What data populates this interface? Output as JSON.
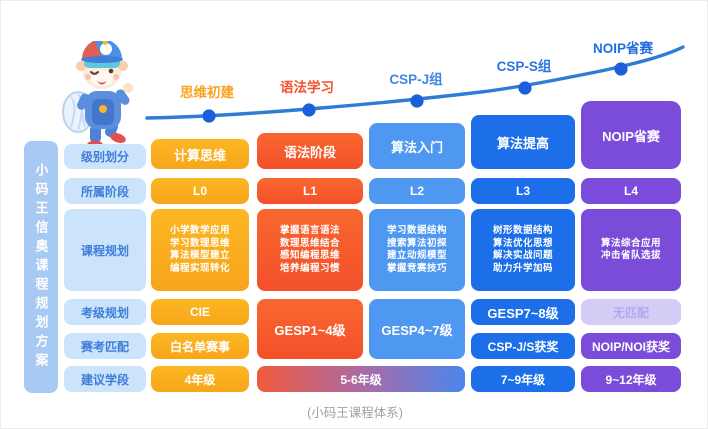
{
  "caption": "(小码王课程体系)",
  "sidebar": {
    "title": "小码王信奥课程规划方案"
  },
  "curve": {
    "line_color": "#2E7CD6",
    "dot_color": "#1A5FDB",
    "milestones": [
      {
        "label": "思维初建",
        "color": "#F9A21D"
      },
      {
        "label": "语法学习",
        "color": "#F4512B"
      },
      {
        "label": "CSP-J组",
        "color": "#4286E4"
      },
      {
        "label": "CSP-S组",
        "color": "#2B75DF"
      },
      {
        "label": "NOIP省赛",
        "color": "#1F6FDD"
      }
    ]
  },
  "table": {
    "row_labels": [
      "级别划分",
      "所属阶段",
      "课程规划",
      "考级规划",
      "赛考匹配",
      "建议学段"
    ],
    "columns": [
      {
        "level": "计算思维",
        "stage": "L0",
        "plan": [
          "小学数学应用",
          "学习数理思维",
          "算法模型建立",
          "编程实现转化"
        ],
        "exam": "CIE",
        "match": "白名单赛事",
        "grade": "4年级",
        "color": "#F9AD1D"
      },
      {
        "level": "语法阶段",
        "stage": "L1",
        "plan": [
          "掌握语言语法",
          "数理思维结合",
          "感知编程思维",
          "培养编程习惯"
        ],
        "exam": "GESP1~4级",
        "grade": "5-6年级",
        "color": "#F65A2D"
      },
      {
        "level": "算法入门",
        "stage": "L2",
        "plan": [
          "学习数据结构",
          "搜索算法初探",
          "建立动规模型",
          "掌握竞赛技巧"
        ],
        "exam": "GESP4~7级",
        "color": "#4F98F1"
      },
      {
        "level": "算法提高",
        "stage": "L3",
        "plan": [
          "树形数据结构",
          "算法优化思想",
          "解决实战问题",
          "助力升学加码"
        ],
        "exam": "GESP7~8级",
        "match": "CSP-J/S获奖",
        "grade": "7~9年级",
        "color": "#1C6FE9"
      },
      {
        "level": "NOIP省赛",
        "stage": "L4",
        "plan": [
          "算法综合应用",
          "冲击省队选拔"
        ],
        "exam": "无匹配",
        "match": "NOIP/NOI获奖",
        "grade": "9~12年级",
        "color": "#7B4CDA"
      }
    ]
  }
}
